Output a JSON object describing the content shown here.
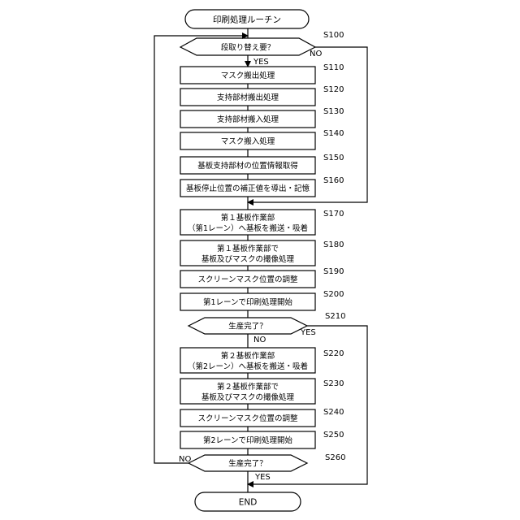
{
  "start": "印刷処理ルーチン",
  "end": "END",
  "decisions": {
    "d100": {
      "text": "段取り替え要？",
      "step": "S100",
      "yes": "YES",
      "no": "NO"
    },
    "d210": {
      "text": "生産完了？",
      "step": "S210",
      "yes": "YES",
      "no": "NO"
    },
    "d260": {
      "text": "生産完了？",
      "step": "S260",
      "yes": "YES",
      "no": "NO"
    }
  },
  "processes": {
    "p110": {
      "lines": [
        "マスク搬出処理"
      ],
      "step": "S110"
    },
    "p120": {
      "lines": [
        "支持部材搬出処理"
      ],
      "step": "S120"
    },
    "p130": {
      "lines": [
        "支持部材搬入処理"
      ],
      "step": "S130"
    },
    "p140": {
      "lines": [
        "マスク搬入処理"
      ],
      "step": "S140"
    },
    "p150": {
      "lines": [
        "基板支持部材の位置情報取得"
      ],
      "step": "S150"
    },
    "p160": {
      "lines": [
        "基板停止位置の補正値を導出・記憶"
      ],
      "step": "S160"
    },
    "p170": {
      "lines": [
        "第１基板作業部",
        "（第1レーン）へ基板を搬送・吸着"
      ],
      "step": "S170"
    },
    "p180": {
      "lines": [
        "第１基板作業部で",
        "基板及びマスクの撮像処理"
      ],
      "step": "S180"
    },
    "p190": {
      "lines": [
        "スクリーンマスク位置の調整"
      ],
      "step": "S190"
    },
    "p200": {
      "lines": [
        "第1レーンで印刷処理開始"
      ],
      "step": "S200"
    },
    "p220": {
      "lines": [
        "第２基板作業部",
        "（第2レーン）へ基板を搬送・吸着"
      ],
      "step": "S220"
    },
    "p230": {
      "lines": [
        "第２基板作業部で",
        "基板及びマスクの撮像処理"
      ],
      "step": "S230"
    },
    "p240": {
      "lines": [
        "スクリーンマスク位置の調整"
      ],
      "step": "S240"
    },
    "p250": {
      "lines": [
        "第2レーンで印刷処理開始"
      ],
      "step": "S250"
    }
  }
}
